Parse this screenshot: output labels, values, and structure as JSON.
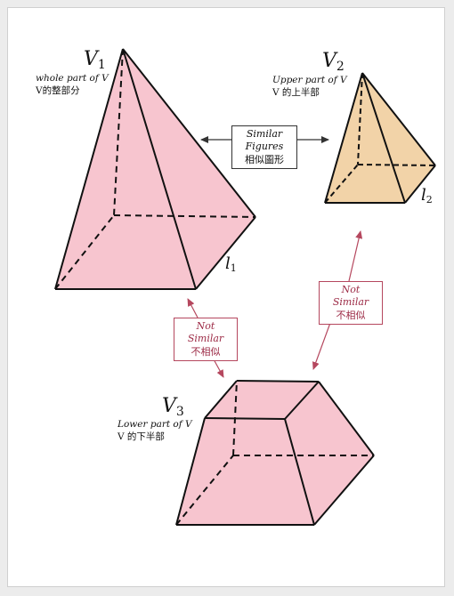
{
  "colors": {
    "pink_fill": "#f7c5cf",
    "tan_fill": "#f2d3a8",
    "edge": "#111111",
    "arrow_red": "#b5475e",
    "arrow_dark": "#333333"
  },
  "figures": {
    "v1": {
      "symbol": "V",
      "sub": "1",
      "desc_en": "whole part of V",
      "desc_zh": "V的整部分",
      "edge_symbol": "l",
      "edge_sub": "1"
    },
    "v2": {
      "symbol": "V",
      "sub": "2",
      "desc_en": "Upper part of V",
      "desc_zh": "V 的上半部",
      "edge_symbol": "l",
      "edge_sub": "2"
    },
    "v3": {
      "symbol": "V",
      "sub": "3",
      "desc_en": "Lower part of V",
      "desc_zh": "V 的下半部"
    }
  },
  "labels": {
    "similar_en": "Similar Figures",
    "similar_zh": "相似圖形",
    "not_similar_en": "Not Similar",
    "not_similar_zh": "不相似"
  }
}
